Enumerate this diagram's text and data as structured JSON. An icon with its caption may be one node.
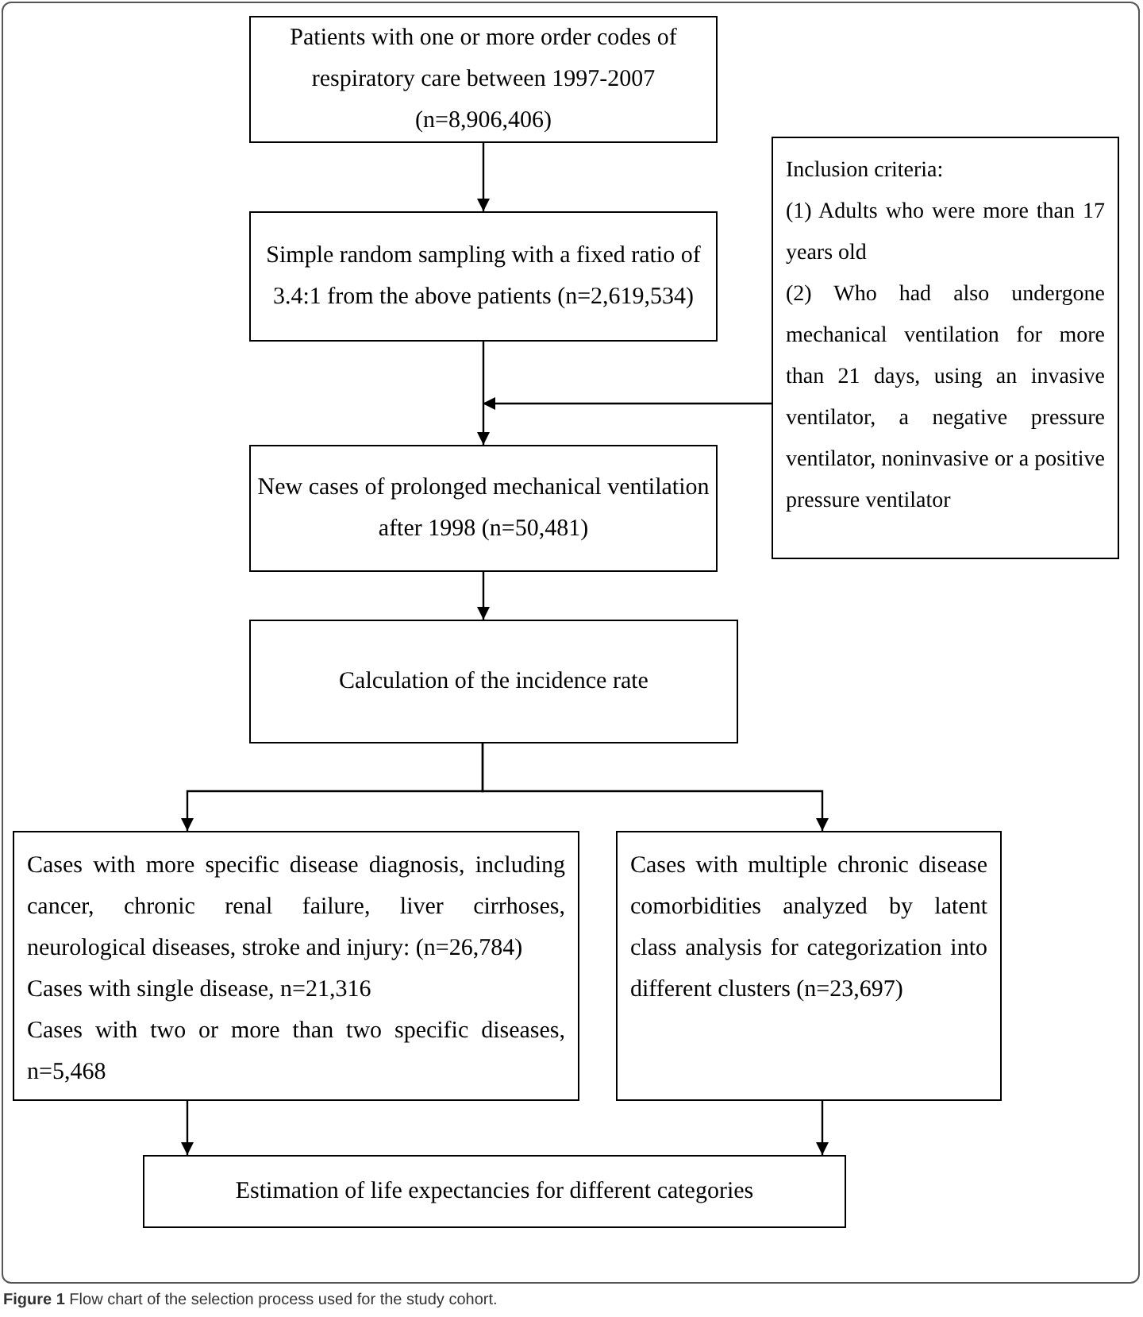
{
  "diagram": {
    "caption": "**Figure 1** Flow chart of the selection process used for the study cohort.",
    "nodes": [
      {
        "text": [
          "Patients with one or more order codes of respiratory care between 1997-2007 (n=8,906,406)"
        ]
      },
      {
        "text": [
          "Simple random sampling with a fixed ratio of 3.4:1 from the above patients (n=2,619,534)"
        ]
      },
      {
        "text": [
          "Inclusion criteria:",
          "(1) Adults who were more than 17 years old",
          "(2) Who had also undergone mechanical ventilation for more than 21 days, using an invasive ventilator, a negative pressure ventilator, noninvasive or a positive pressure ventilator"
        ]
      },
      {
        "text": [
          "New cases of prolonged mechanical ventilation after 1998 (n=50,481)"
        ]
      },
      {
        "text": [
          "Calculation of the incidence rate"
        ]
      },
      {
        "text": [
          "Cases with more specific disease diagnosis, including cancer, chronic renal failure, liver cirrhoses, neurological diseases, stroke and injury: (n=26,784)",
          "Cases with single disease, n=21,316",
          "Cases with two or more than two specific diseases, n=5,468"
        ]
      },
      {
        "text": [
          "Cases with multiple chronic disease comorbidities analyzed by latent class analysis for categorization into different clusters (n=23,697)"
        ]
      },
      {
        "text": [
          "Estimation of life expectancies for different categories"
        ]
      }
    ],
    "edges": [
      {
        "from": 0,
        "to": 1,
        "arrow": "to"
      },
      {
        "from": 1,
        "to": 3,
        "arrow": "to"
      },
      {
        "from": 2,
        "to": null,
        "arrow": "to"
      },
      {
        "from": 3,
        "to": 4,
        "arrow": "to"
      },
      {
        "from": 4,
        "to": 5,
        "arrow": "to"
      },
      {
        "from": 4,
        "to": 6,
        "arrow": "to"
      },
      {
        "from": 5,
        "to": 7,
        "arrow": "to"
      },
      {
        "from": 6,
        "to": 7,
        "arrow": "to"
      }
    ]
  }
}
